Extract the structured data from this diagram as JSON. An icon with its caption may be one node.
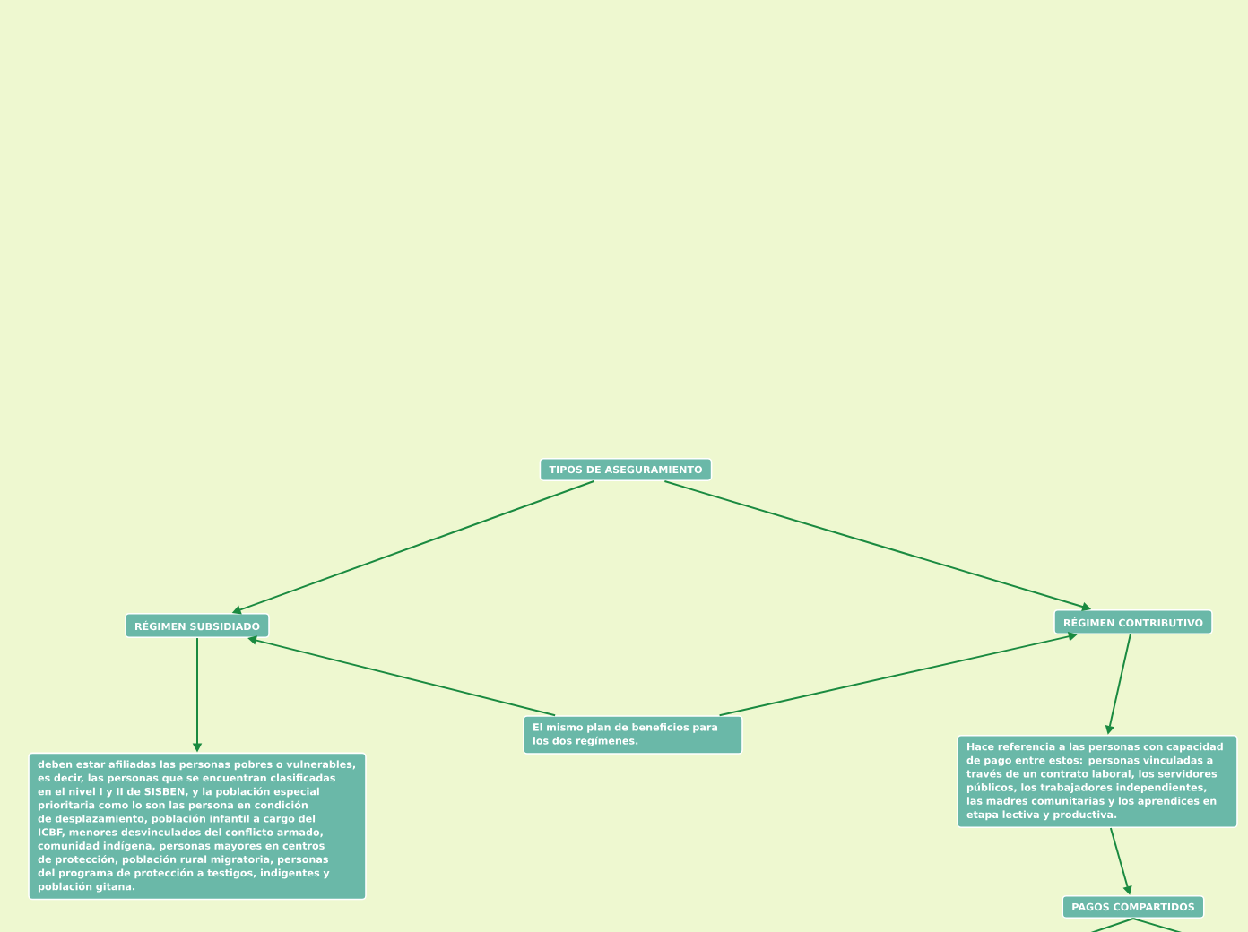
{
  "diagram": {
    "nodes": [
      {
        "text": [
          "TIPOS DE ASEGURAMIENTO"
        ]
      },
      {
        "text": [
          "RÉGIMEN SUBSIDIADO"
        ]
      },
      {
        "text": [
          "RÉGIMEN CONTRIBUTIVO"
        ]
      },
      {
        "text": [
          "El mismo plan de beneficios para los dos regímenes."
        ]
      },
      {
        "text": [
          "deben estar afiliadas las personas pobres o vulnerables, es decir, las personas que se encuentran clasificadas en el nivel I y II de SISBEN, y la población especial prioritaria como lo son las persona en condición de desplazamiento, población infantil a cargo del ICBF, menores desvinculados del conflicto armado, comunidad indígena, personas mayores en centros de protección, población rural migratoria, personas del programa de protección a testigos, indigentes y población gitana."
        ]
      },
      {
        "text": [
          "Hace referencia  a las personas con capacidad de pago entre estos: personas vinculadas a través  de un contrato  laboral, los servidores públicos, los trabajadores independientes, las madres comunitarias y  los aprendices en etapa lectiva y productiva."
        ]
      },
      {
        "text": [
          "PAGOS COMPARTIDOS"
        ]
      }
    ],
    "edges": [
      {
        "from": 0,
        "to": 1,
        "arrow": "to"
      },
      {
        "from": 0,
        "to": 2,
        "arrow": "to"
      },
      {
        "from": 3,
        "to": 1,
        "arrow": "to"
      },
      {
        "from": 3,
        "to": 2,
        "arrow": "to"
      },
      {
        "from": 1,
        "to": 4,
        "arrow": "to"
      },
      {
        "from": 2,
        "to": 5,
        "arrow": "to"
      },
      {
        "from": 5,
        "to": 6,
        "arrow": "to"
      },
      {
        "from": 6,
        "to": null,
        "arrow": "none"
      },
      {
        "from": 6,
        "to": null,
        "arrow": "none"
      }
    ]
  }
}
